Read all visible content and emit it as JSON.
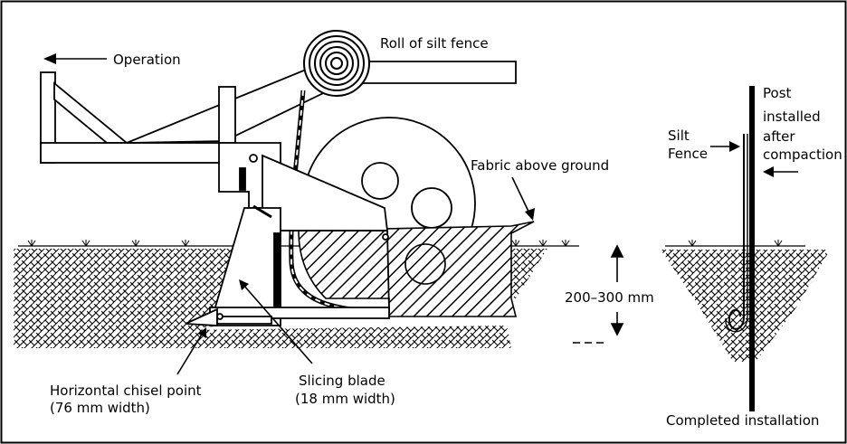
{
  "labels": {
    "operation": "Operation",
    "roll": "Roll of silt fence",
    "fabric": "Fabric above ground",
    "depth": "200–300 mm",
    "chisel_line1": "Horizontal chisel point",
    "chisel_line2": "(76 mm width)",
    "blade_line1": "Slicing blade",
    "blade_line2": "(18 mm width)",
    "silt_line1": "Silt",
    "silt_line2": "Fence",
    "post_line1": "Post",
    "post_line2": "installed",
    "post_line3": "after",
    "post_line4": "compaction",
    "completed": "Completed installation"
  },
  "colors": {
    "ink": "#000000",
    "paper": "#ffffff"
  }
}
